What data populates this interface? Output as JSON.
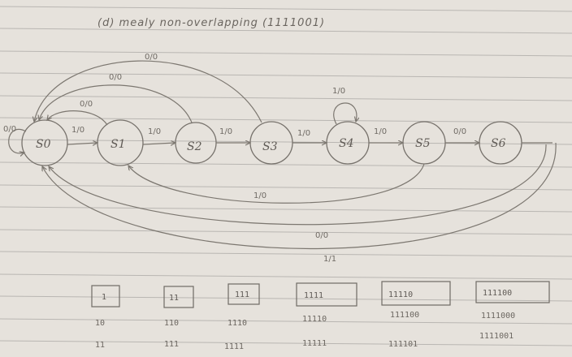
{
  "title": "(d) mealy non-overlapping (1111001)",
  "states": [
    {
      "id": "S0",
      "label": "S0"
    },
    {
      "id": "S1",
      "label": "S1"
    },
    {
      "id": "S2",
      "label": "S2"
    },
    {
      "id": "S3",
      "label": "S3"
    },
    {
      "id": "S4",
      "label": "S4"
    },
    {
      "id": "S5",
      "label": "S5"
    },
    {
      "id": "S6",
      "label": "S6"
    }
  ],
  "transitions": [
    {
      "from": "S0",
      "to": "S0",
      "label": "0/0"
    },
    {
      "from": "S0",
      "to": "S1",
      "label": "1/0"
    },
    {
      "from": "S1",
      "to": "S2",
      "label": "1/0"
    },
    {
      "from": "S2",
      "to": "S3",
      "label": "1/0"
    },
    {
      "from": "S3",
      "to": "S4",
      "label": "1/0"
    },
    {
      "from": "S4",
      "to": "S4",
      "label": "1/0"
    },
    {
      "from": "S4",
      "to": "S5",
      "label": "1/0"
    },
    {
      "from": "S5",
      "to": "S6",
      "label": "0/0"
    },
    {
      "from": "S1",
      "to": "S0",
      "label": "0/0"
    },
    {
      "from": "S2",
      "to": "S0",
      "label": "0/0"
    },
    {
      "from": "S3",
      "to": "S0",
      "label": "0/0"
    },
    {
      "from": "S5",
      "to": "S1",
      "label": "1/0"
    },
    {
      "from": "S6",
      "to": "S0",
      "label": "0/0"
    },
    {
      "from": "S6",
      "to": "S0",
      "label": "1/1"
    }
  ],
  "sequence_table": [
    {
      "box": "1",
      "rows": [
        "10",
        "11"
      ]
    },
    {
      "box": "11",
      "rows": [
        "110",
        "111"
      ]
    },
    {
      "box": "111",
      "rows": [
        "1110",
        "1111"
      ]
    },
    {
      "box": "1111",
      "rows": [
        "11110",
        "11111"
      ]
    },
    {
      "box": "11110",
      "rows": [
        "111100",
        "111101"
      ]
    },
    {
      "box": "111100",
      "rows": [
        "1111000",
        "1111001"
      ]
    }
  ]
}
